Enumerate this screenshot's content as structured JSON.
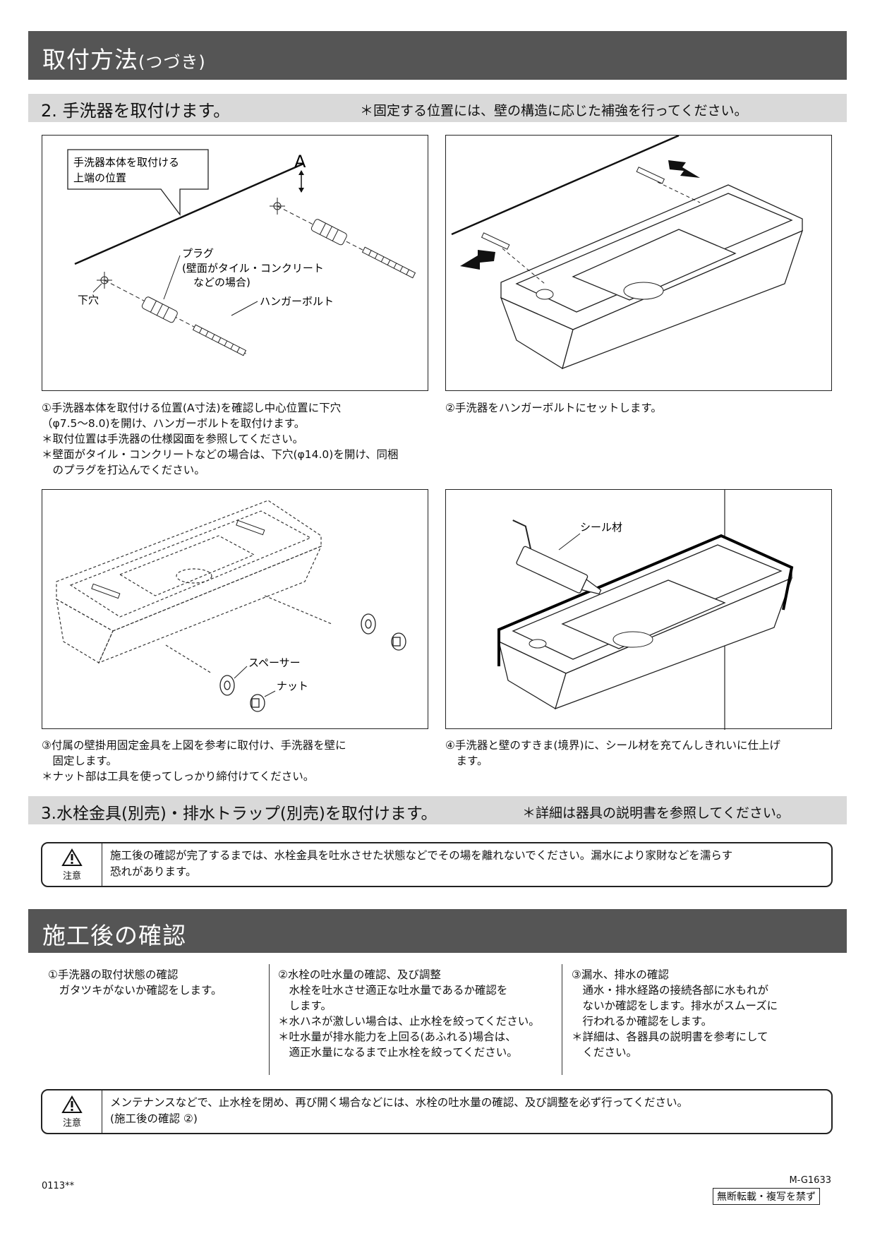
{
  "header": {
    "title": "取付方法",
    "title_suffix": "(つづき)"
  },
  "step2": {
    "heading": "2. 手洗器を取付けます。",
    "note": "＊固定する位置には、壁の構造に応じた補強を行ってください。",
    "fig1": {
      "callout": [
        "手洗器本体を取付ける",
        "上端の位置"
      ],
      "label_a": "A",
      "plug_label": "プラグ",
      "plug_note": [
        "(壁面がタイル・コンクリート",
        "などの場合)"
      ],
      "hole_label": "下穴",
      "bolt_label": "ハンガーボルト"
    },
    "cap1": [
      "①手洗器本体を取付ける位置(A寸法)を確認し中心位置に下穴",
      "（φ7.5～8.0)を開け、ハンガーボルトを取付けます。",
      "＊取付位置は手洗器の仕様図面を参照してください。",
      "＊壁面がタイル・コンクリートなどの場合は、下穴(φ14.0)を開け、同梱",
      "　のプラグを打込んでください。"
    ],
    "cap2": [
      "②手洗器をハンガーボルトにセットします。"
    ],
    "fig3": {
      "spacer_label": "スペーサー",
      "nut_label": "ナット"
    },
    "cap3": [
      "③付属の壁掛用固定金具を上図を参考に取付け、手洗器を壁に",
      "　固定します。",
      "＊ナット部は工具を使ってしっかり締付けてください。"
    ],
    "fig4": {
      "seal_label": "シール材"
    },
    "cap4": [
      "④手洗器と壁のすきま(境界)に、シール材を充てんしきれいに仕上げ",
      "　ます。"
    ]
  },
  "step3": {
    "heading": "3.水栓金具(別売)・排水トラップ(別売)を取付けます。",
    "note": "＊詳細は器具の説明書を参照してください。"
  },
  "warning1": {
    "icon_label": "注意",
    "lines": [
      "施工後の確認が完了するまでは、水栓金具を吐水させた状態などでその場を離れないでください。漏水により家財などを濡らす",
      "恐れがあります。"
    ]
  },
  "check": {
    "title": "施工後の確認",
    "col1": [
      "①手洗器の取付状態の確認",
      "　ガタツキがないか確認をします。"
    ],
    "col2": [
      "②水栓の吐水量の確認、及び調整",
      "　水栓を吐水させ適正な吐水量であるか確認を",
      "　します。",
      "＊水ハネが激しい場合は、止水栓を絞ってください。",
      "＊吐水量が排水能力を上回る(あふれる)場合は、",
      "　適正水量になるまで止水栓を絞ってください。"
    ],
    "col3": [
      "③漏水、排水の確認",
      "　通水・排水経路の接続各部に水もれが",
      "　ないか確認をします。排水がスムーズに",
      "　行われるか確認をします。",
      "＊詳細は、各器具の説明書を参考にして",
      "　ください。"
    ]
  },
  "warning2": {
    "icon_label": "注意",
    "lines": [
      "メンテナンスなどで、止水栓を閉め、再び開く場合などには、水栓の吐水量の確認、及び調整を必ず行ってください。",
      "(施工後の確認 ②)"
    ]
  },
  "footer": {
    "code_left": "0113**",
    "code_right": "M-G1633",
    "notice": "無断転載・複写を禁ず"
  }
}
